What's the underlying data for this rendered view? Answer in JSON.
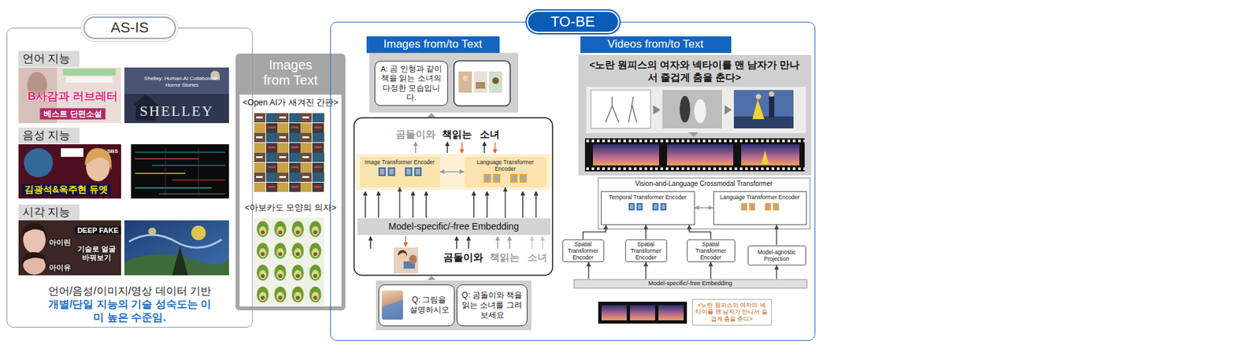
{
  "diagram": {
    "nodes": [
      {
        "text": [
          "AS-IS"
        ]
      },
      {
        "text": [
          "언어 지능"
        ],
        "in": 0
      },
      {
        "text": [
          "음성 지능"
        ],
        "in": 0
      },
      {
        "text": [
          "시각 지능"
        ],
        "in": 0
      },
      {
        "text": [
          "Images from Text",
          "<Open AI가 새겨진 간판>",
          "<아보카도 모양의 의자>"
        ]
      },
      {
        "text": [
          "TO-BE"
        ]
      },
      {
        "text": [
          "Images from/to Text"
        ],
        "in": 5
      },
      {
        "text": [
          "A: 곰 인형과 같이 책을 읽는 소녀의 다정한 모습입니다."
        ],
        "in": 5
      },
      {
        "text": [
          "Image Transformer Encoder"
        ],
        "in": 5
      },
      {
        "text": [
          "Language Transformer Encoder"
        ],
        "in": 5
      },
      {
        "text": [
          "Model-specific/-free Embedding"
        ],
        "in": 5
      },
      {
        "text": [
          "Q: 그림을 설명하시오"
        ],
        "in": 5
      },
      {
        "text": [
          "Q: 곰돌이와 책을 읽는 소녀를 그려보세요"
        ],
        "in": 5
      },
      {
        "text": [
          "Videos from/to Text"
        ],
        "in": 5
      },
      {
        "text": [
          "<노란 원피스의 여자와 넥타이를 맨 남자가 만나서 즐겁게 춤을 춘다>"
        ],
        "in": 5
      },
      {
        "text": [
          "Vision-and-Language Crossmodal Transformer"
        ],
        "in": 5
      },
      {
        "text": [
          "Temporal Transformer Encoder"
        ],
        "in": 15
      },
      {
        "text": [
          "Language Transformer Encoder"
        ],
        "in": 15
      },
      {
        "text": [
          "Spatial Transformer Encoder"
        ],
        "in": 5
      },
      {
        "text": [
          "Spatial Transformer Encoder"
        ],
        "in": 5
      },
      {
        "text": [
          "Spatial Transformer Encoder"
        ],
        "in": 5
      },
      {
        "text": [
          "Model-agnostic Projection"
        ],
        "in": 5
      },
      {
        "text": [
          "Model-specific/-free Embedding"
        ],
        "in": 5
      },
      {
        "text": [
          "<노란 원피스의 여자와 넥타이를 맨 남자가 만나서 즐겁게 춤을 춘다>"
        ],
        "in": 5
      }
    ],
    "edges": [
      {
        "from": 8,
        "to": 9,
        "arrow": "both"
      },
      {
        "from": 10,
        "to": 8,
        "arrow": "to"
      },
      {
        "from": 10,
        "to": 9,
        "arrow": "to"
      },
      {
        "from": 16,
        "to": 17,
        "arrow": "both"
      },
      {
        "from": 18,
        "to": 16,
        "arrow": "to"
      },
      {
        "from": 19,
        "to": 16,
        "arrow": "to"
      },
      {
        "from": 20,
        "to": 16,
        "arrow": "to"
      },
      {
        "from": 21,
        "to": 17,
        "arrow": "to"
      },
      {
        "from": 22,
        "to": 18,
        "arrow": "to"
      },
      {
        "from": 22,
        "to": 19,
        "arrow": "to"
      },
      {
        "from": 22,
        "to": 20,
        "arrow": "to"
      },
      {
        "from": 22,
        "to": 21,
        "arrow": "to"
      }
    ],
    "labels": [
      "B사감과 러브레터",
      "베스트 단편소설",
      "Shelley: Human-AI Collaborated Horror Stories",
      "SHELLEY",
      "SBS",
      "김광석&옥주현 듀엣",
      "DEEP FAKE",
      "기술로 얼굴 바꿔보기",
      "아이린",
      "아이유",
      "언어/음성/이미지/영상 데이터 기반",
      "개별/단일 지능의 기술 성숙도는 이미 높은 수준임.",
      "곰돌이와",
      "책읽는",
      "소녀",
      "곰돌이와",
      "책읽는",
      "소녀"
    ]
  }
}
